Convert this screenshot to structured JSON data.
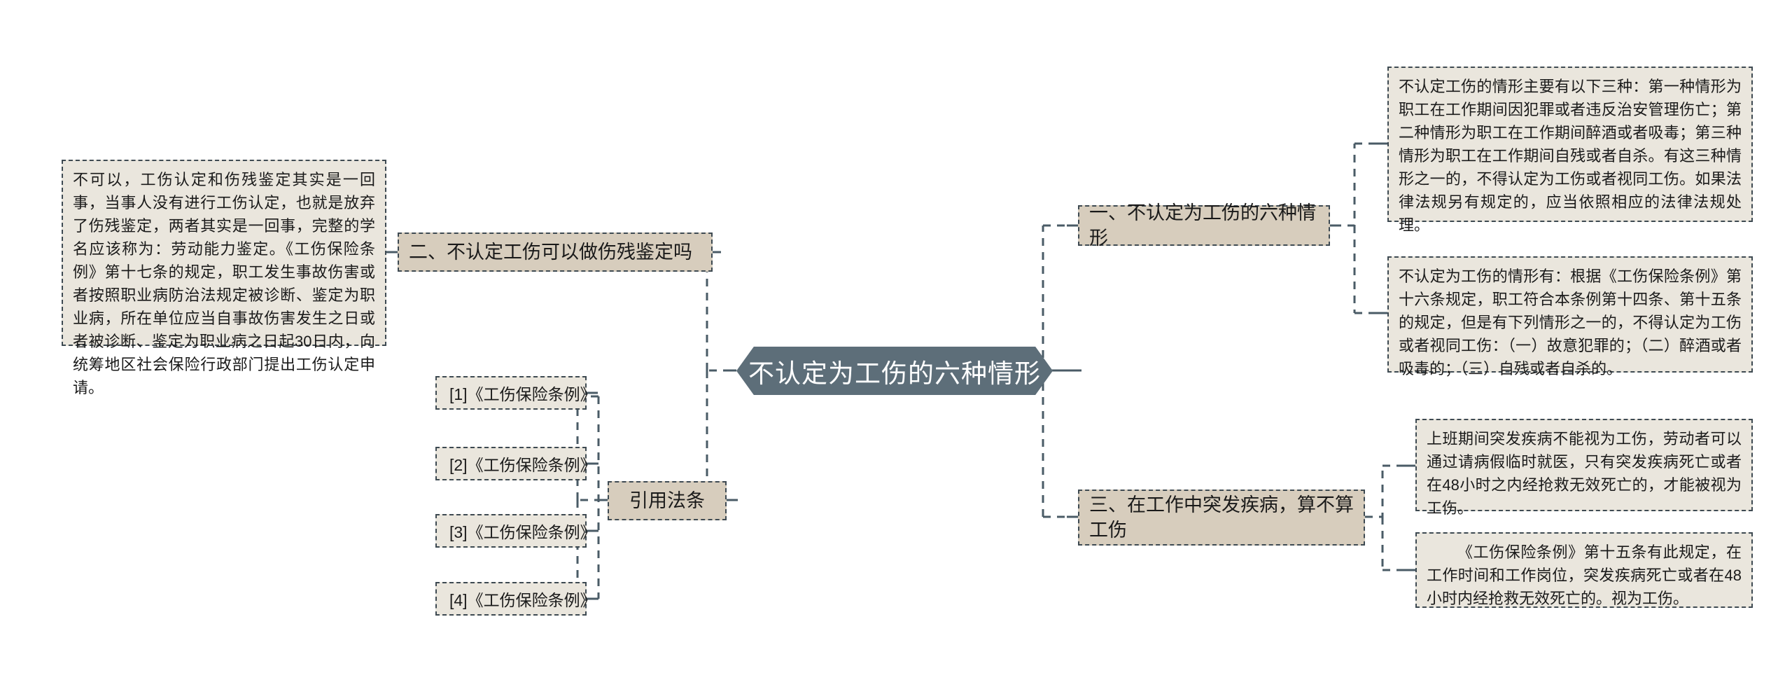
{
  "map": {
    "title": "不认定为工伤的六种情形",
    "colors": {
      "root_fill": "#5d6e79",
      "root_text": "#ffffff",
      "branch_fill": "#d7cdbd",
      "leaf_fill": "#eae6dd",
      "border": "#3e4a52",
      "connector": "#4a5b66",
      "canvas": "#ffffff"
    },
    "root": {
      "label": "不认定为工伤的六种情形"
    },
    "branches": {
      "one": {
        "label": "一、不认定为工伤的六种情形",
        "details": [
          {
            "text": "不认定工伤的情形主要有以下三种：第一种情形为职工在工作期间因犯罪或者违反治安管理伤亡；第二种情形为职工在工作期间醉酒或者吸毒；第三种情形为职工在工作期间自残或者自杀。有这三种情形之一的，不得认定为工伤或者视同工伤。如果法律法规另有规定的，应当依照相应的法律法规处理。"
          },
          {
            "text": "不认定为工伤的情形有：根据《工伤保险条例》第十六条规定，职工符合本条例第十四条、第十五条的规定，但是有下列情形之一的，不得认定为工伤或者视同工伤：（一）故意犯罪的；（二）醉酒或者吸毒的；（三）自残或者自杀的。"
          }
        ]
      },
      "two": {
        "label": "二、不认定工伤可以做伤残鉴定吗",
        "details": [
          {
            "text": "不可以，工伤认定和伤残鉴定其实是一回事，当事人没有进行工伤认定，也就是放弃了伤残鉴定，两者其实是一回事，完整的学名应该称为：劳动能力鉴定。《工伤保险条例》第十七条的规定，职工发生事故伤害或者按照职业病防治法规定被诊断、鉴定为职业病，所在单位应当自事故伤害发生之日或者被诊断、鉴定为职业病之日起30日内，向统筹地区社会保险行政部门提出工伤认定申请。"
          }
        ]
      },
      "three": {
        "label": "三、在工作中突发疾病，算不算工伤",
        "details": [
          {
            "text": "上班期间突发疾病不能视为工伤，劳动者可以通过请病假临时就医，只有突发疾病死亡或者在48小时之内经抢救无效死亡的，才能被视为工伤。"
          },
          {
            "text": "《工伤保险条例》第十五条有此规定，在工作时间和工作岗位，突发疾病死亡或者在48小时内经抢救无效死亡的。视为工伤。"
          }
        ]
      },
      "citations": {
        "label": "引用法条",
        "items": [
          {
            "text": "[1]《工伤保险条例》"
          },
          {
            "text": "[2]《工伤保险条例》"
          },
          {
            "text": "[3]《工伤保险条例》"
          },
          {
            "text": "[4]《工伤保险条例》"
          }
        ]
      }
    }
  }
}
